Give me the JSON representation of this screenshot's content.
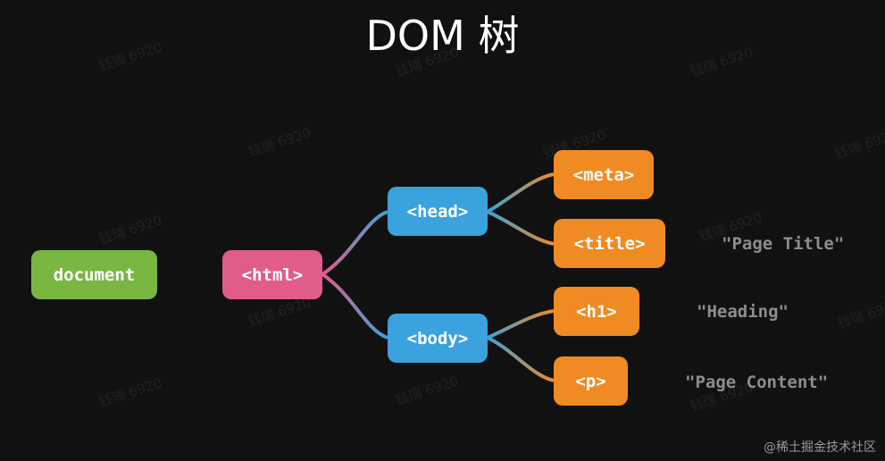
{
  "title": "DOM 树",
  "colors": {
    "background": "#111111",
    "document": "#7ab642",
    "html": "#e05d8a",
    "branch": "#3aa2dc",
    "leaf": "#f08a22",
    "text": "#8d8d8d"
  },
  "nodes": {
    "document": "document",
    "html": "<html>",
    "head": "<head>",
    "body": "<body>",
    "meta": "<meta>",
    "title": "<title>",
    "h1": "<h1>",
    "p": "<p>"
  },
  "text_nodes": {
    "title_text": "\"Page Title\"",
    "heading_text": "\"Heading\"",
    "content_text": "\"Page Content\""
  },
  "watermark_text": "钱瑞 6920",
  "credit": "@稀土掘金技术社区"
}
